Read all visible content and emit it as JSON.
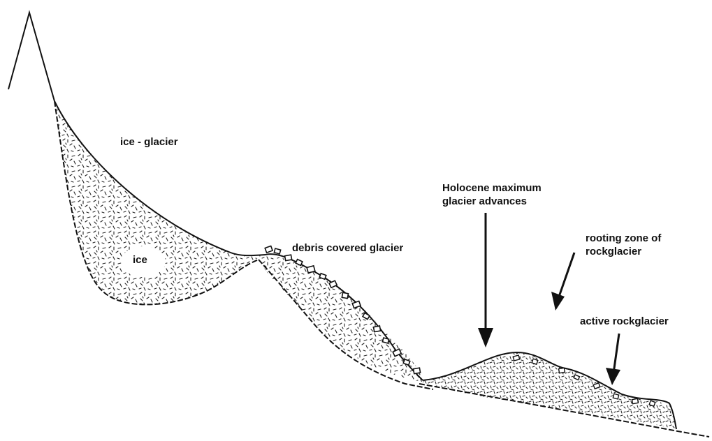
{
  "labels": {
    "ice_glacier": "ice - glacier",
    "ice": "ice",
    "debris_covered": "debris covered glacier",
    "holocene_line1": "Holocene maximum",
    "holocene_line2": "glacier advances",
    "rooting_line1": "rooting zone of",
    "rooting_line2": "rockglacier",
    "active": "active rockglacier"
  },
  "colors": {
    "ink": "#111111",
    "stipple": "#222222",
    "background": "#ffffff"
  }
}
